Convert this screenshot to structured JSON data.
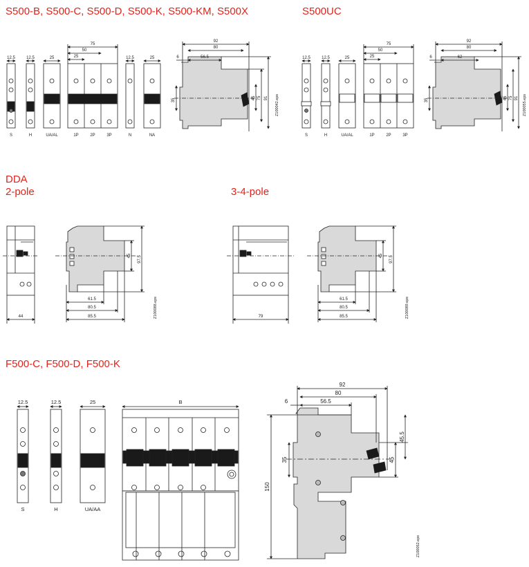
{
  "headings": {
    "s500": "S500-B, S500-C, S500-D, S500-K, S500-KM, S500X",
    "s500uc": "S500UC",
    "dda": "DDA",
    "dda_2pole": "2-pole",
    "dda_34pole": "3-4-pole",
    "f500": "F500-C, F500-D, F500-K"
  },
  "s500": {
    "widths": [
      "12.5",
      "12.5",
      "25",
      "75",
      "50",
      "25",
      "12.5",
      "25"
    ],
    "labels": [
      "S",
      "H",
      "UA/AL",
      "1P",
      "2P",
      "3P",
      "N",
      "NA"
    ],
    "side_dims": [
      "92",
      "80",
      "56.5",
      "6",
      "35",
      "45",
      "75",
      "91"
    ],
    "file_ref": "Z100042.eps"
  },
  "s500uc": {
    "widths": [
      "12.5",
      "12.5",
      "25",
      "75",
      "50",
      "25"
    ],
    "labels": [
      "S",
      "H",
      "UA/AL",
      "1P",
      "2P",
      "3P"
    ],
    "side_dims": [
      "92",
      "80",
      "62",
      "6",
      "35",
      "45",
      "75",
      "91"
    ],
    "file_ref": "Z100055.eps"
  },
  "dda": {
    "two_pole_width": "44",
    "three_four_pole_width": "79",
    "side_dims": [
      "45",
      "97.5",
      "61.5",
      "80.5",
      "85.5"
    ],
    "file_ref_2pole": "Z100088.eps",
    "file_ref_34pole": "Z100089.eps"
  },
  "f500": {
    "widths": [
      "12.5",
      "12.5",
      "25",
      "B"
    ],
    "labels": [
      "S",
      "H",
      "UA/AA"
    ],
    "side_dims": [
      "92",
      "80",
      "56.5",
      "6",
      "45.5",
      "35",
      "45",
      "150"
    ],
    "file_ref": "Z100052.eps"
  },
  "colors": {
    "heading": "#e2231a",
    "body_fill": "#d9d9d9",
    "handle": "#1a1a1a"
  }
}
